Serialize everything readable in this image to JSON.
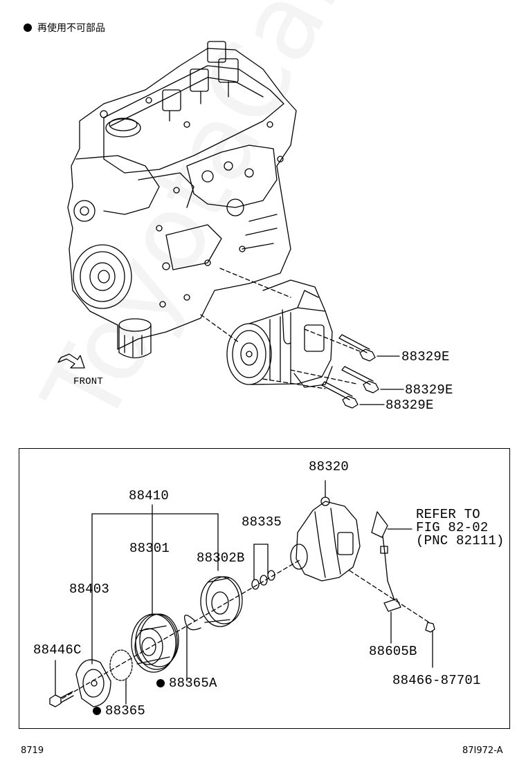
{
  "header": {
    "note": "再使用不可部品"
  },
  "watermark": "ToyotaCarMine.ru",
  "front_label": "FRONT",
  "upper": {
    "bolt_label_1": "88329E",
    "bolt_label_2": "88329E",
    "bolt_label_3": "88329E"
  },
  "lower": {
    "compressor": "88320",
    "clutch_assy": "88410",
    "pulley": "88301",
    "stator": "88302B",
    "shims": "88335",
    "hub": "88403",
    "bolt": "88446C",
    "snap_ring_a": "88365A",
    "snap_ring": "88365",
    "refer_line1": "REFER TO",
    "refer_line2": "FIG 82-02",
    "refer_line3": "(PNC 82111)",
    "wire": "88605B",
    "screw": "88466-87701"
  },
  "footer": {
    "left": "8719",
    "right": "87I972-A"
  }
}
